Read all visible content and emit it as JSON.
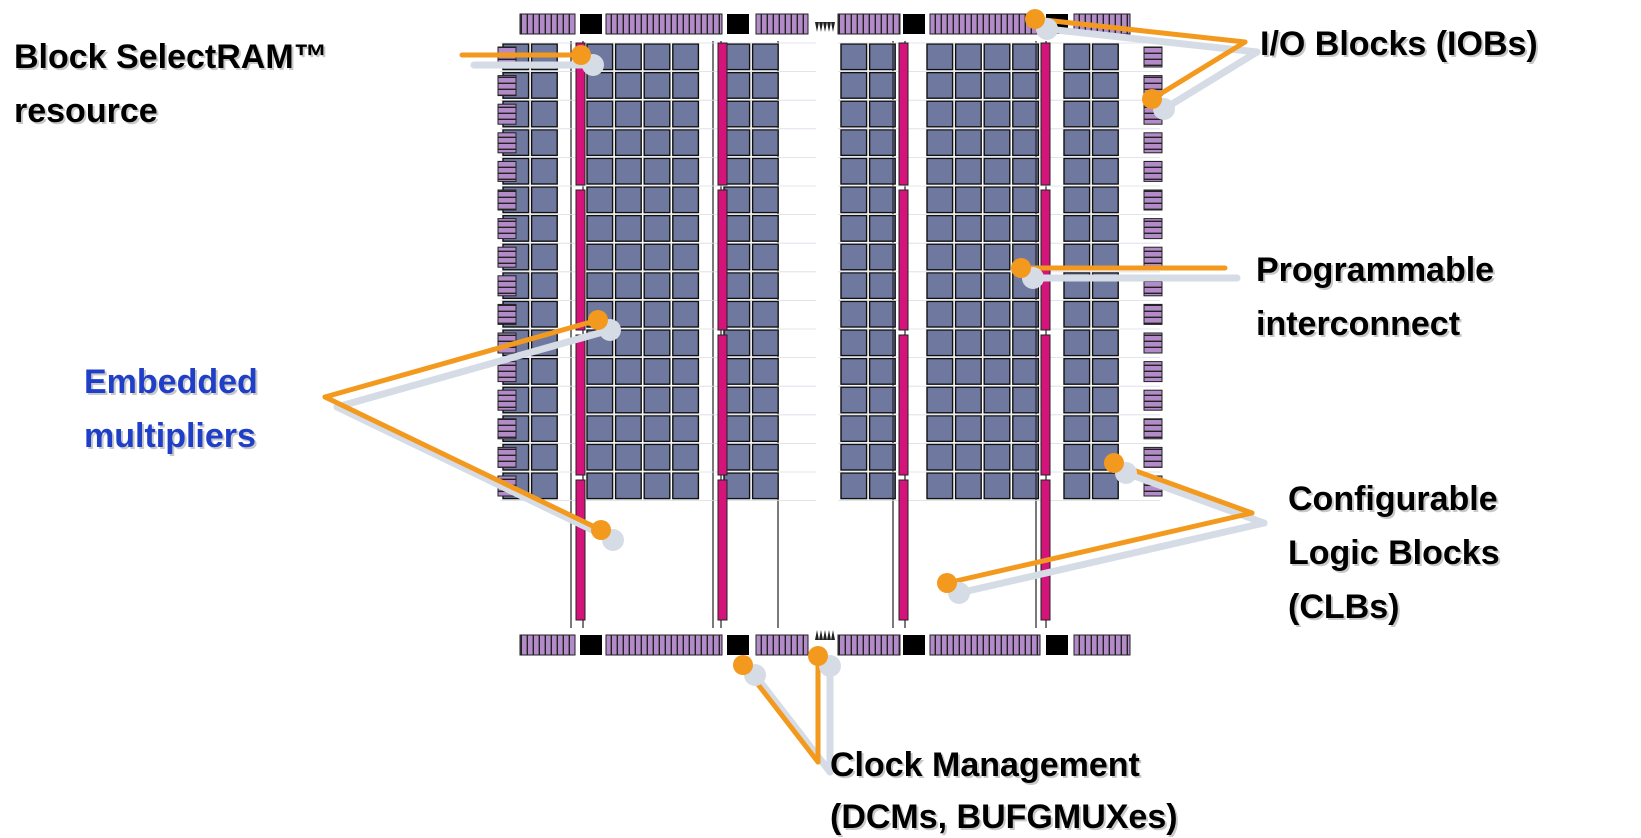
{
  "diagram": {
    "colors": {
      "clb": "#6f789f",
      "clb_border": "#111111",
      "block_ram": "#d4147a",
      "iob": "#b38bc9",
      "dcm": "#000000",
      "callout": "#f39a1e",
      "callout_shadow": "#d6dce6",
      "embedded_multipliers_text": "#1f3fc8"
    },
    "labels": {
      "block_selectram": [
        "Block SelectRAM™",
        "resource"
      ],
      "io_blocks": [
        "I/O Blocks (IOBs)"
      ],
      "programmable_interconnect": [
        "Programmable",
        "interconnect"
      ],
      "embedded_multipliers": [
        "Embedded",
        "multipliers"
      ],
      "configurable_logic_blocks": [
        "Configurable",
        "Logic Blocks",
        "(CLBs)"
      ],
      "clock_management": [
        "Clock Management",
        "(DCMs, BUFGMUXes)"
      ]
    }
  }
}
